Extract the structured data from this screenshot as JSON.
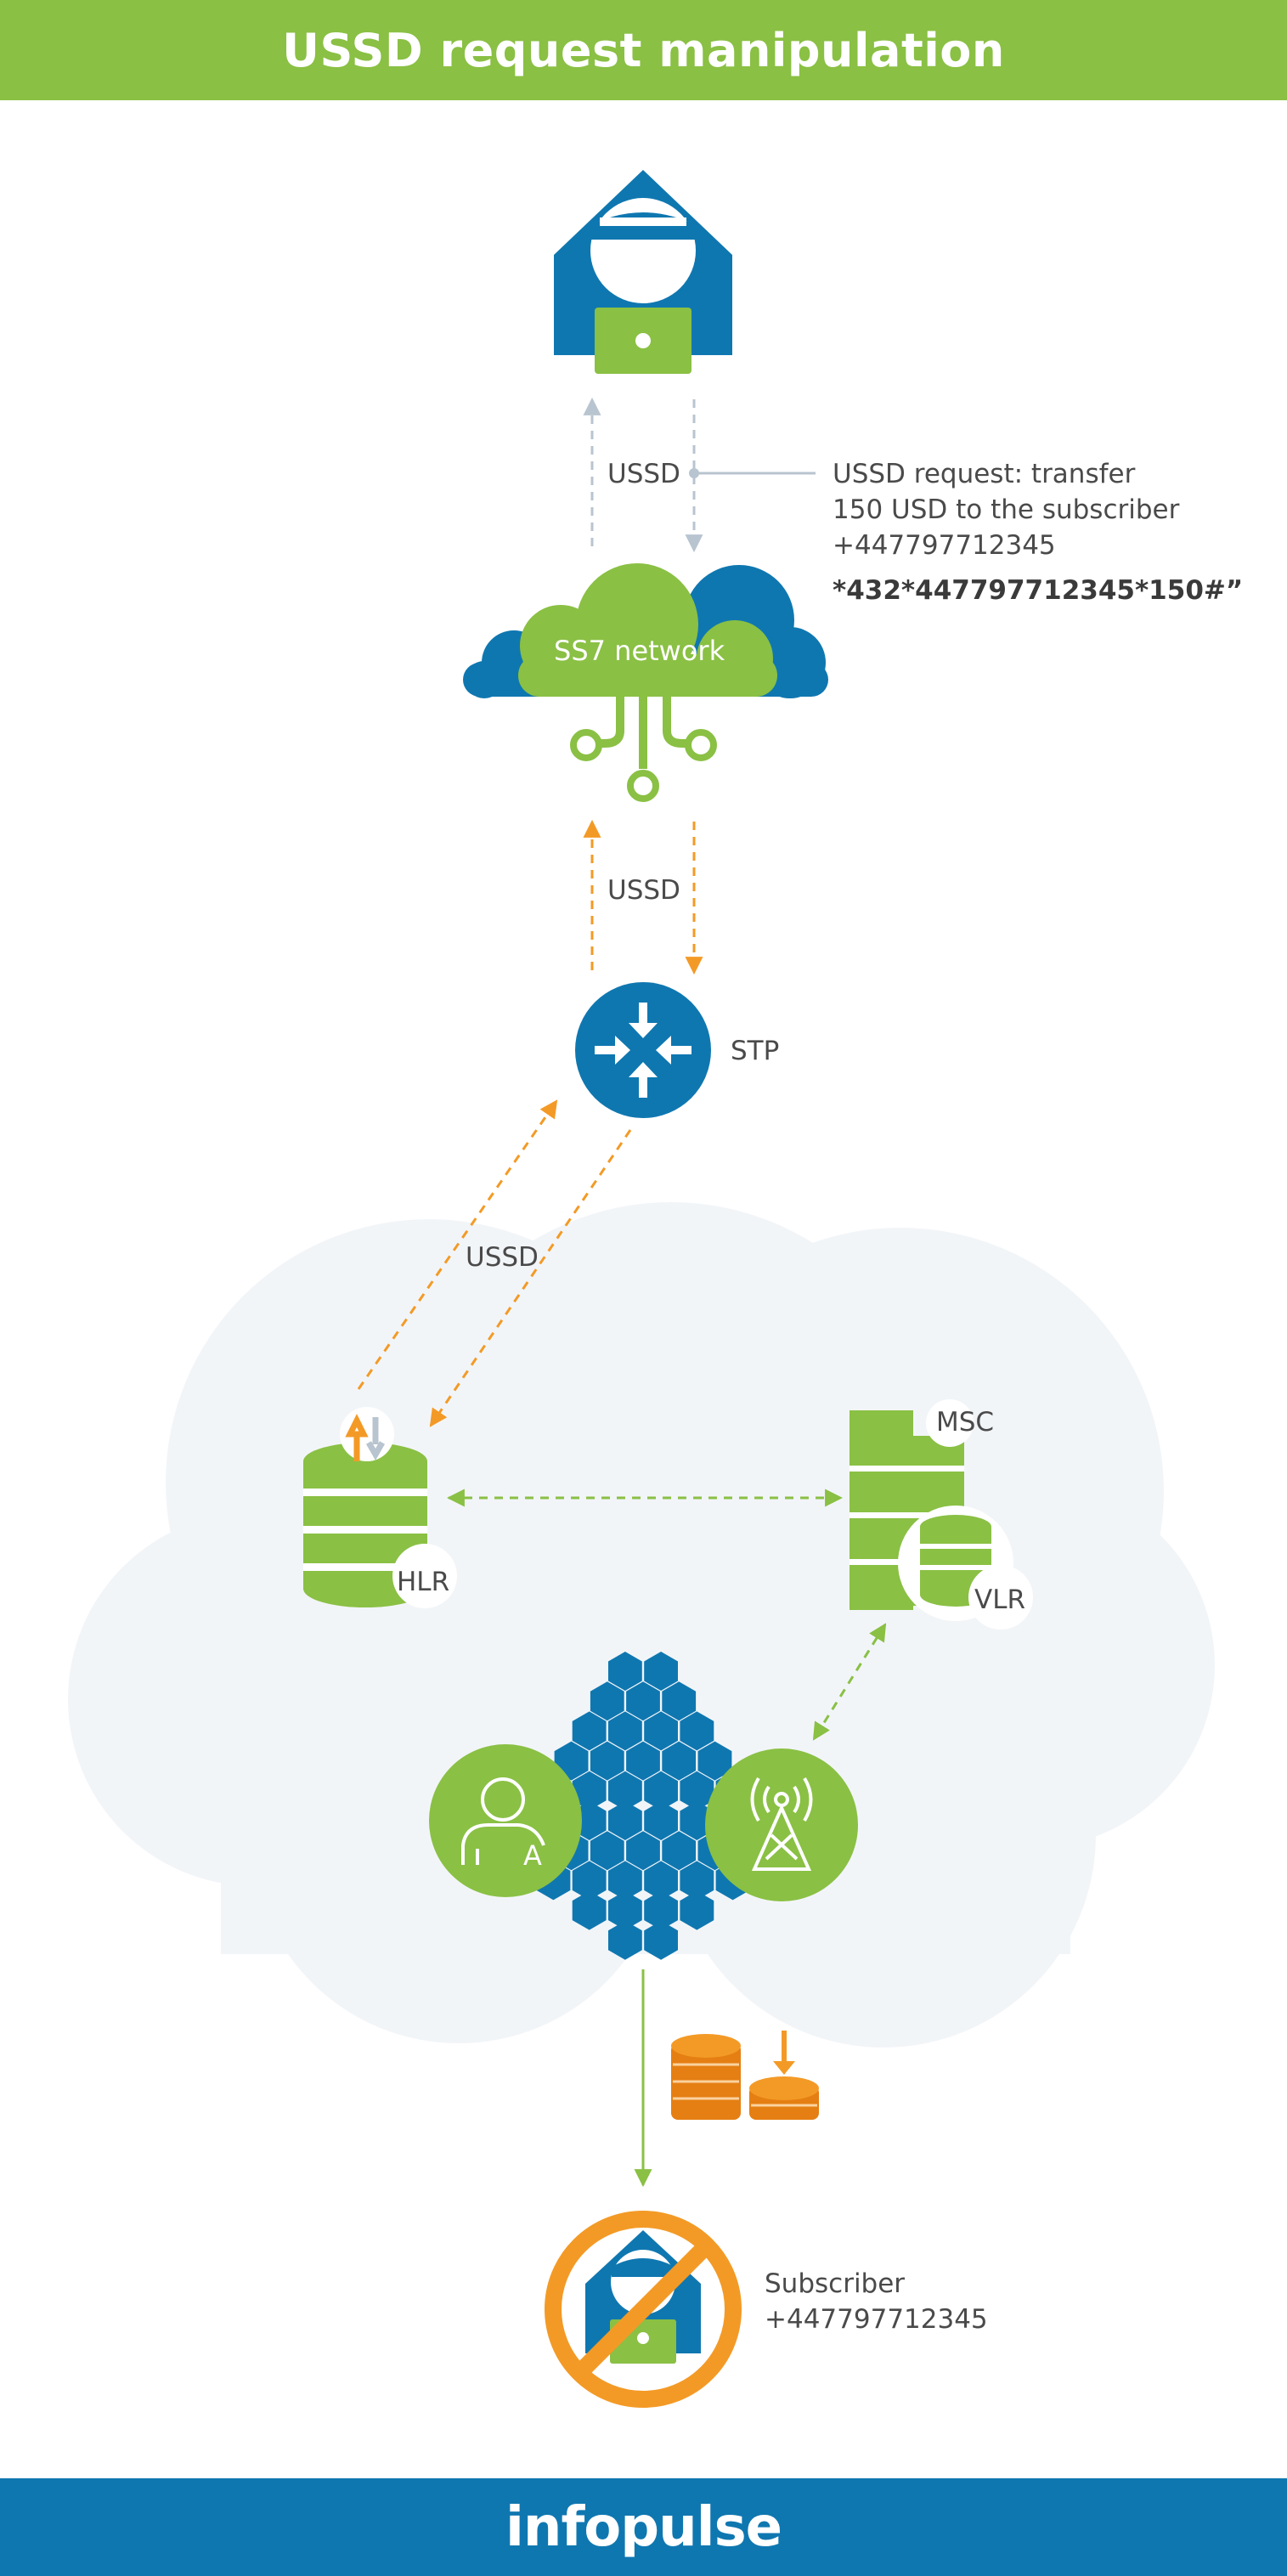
{
  "title": "USSD request manipulation",
  "footer_logo": "infopulse",
  "colors": {
    "green": "#8ac044",
    "blue": "#0f77b0",
    "orange": "#f39a26",
    "gray_arrow": "#b8c4cf",
    "background_cloud": "#f2f5f8"
  },
  "labels": {
    "ussd_top": "USSD",
    "ussd_mid": "USSD",
    "ussd_lower": "USSD",
    "ss7_network": "SS7 network",
    "stp": "STP",
    "hlr": "HLR",
    "msc": "MSC",
    "vlr": "VLR",
    "cell_letter": "A"
  },
  "request_note": {
    "line1": "USSD request: transfer",
    "line2": "150 USD to the subscriber",
    "line3": "+447797712345",
    "code": "*432*447797712345*150#”"
  },
  "subscriber": {
    "line1": "Subscriber",
    "line2": "+447797712345"
  },
  "icons": [
    "hacker-icon",
    "laptop-icon",
    "cloud-icon",
    "stp-router-icon",
    "database-icon",
    "server-icon",
    "user-icon",
    "antenna-tower-icon",
    "coins-icon",
    "prohibited-icon"
  ]
}
